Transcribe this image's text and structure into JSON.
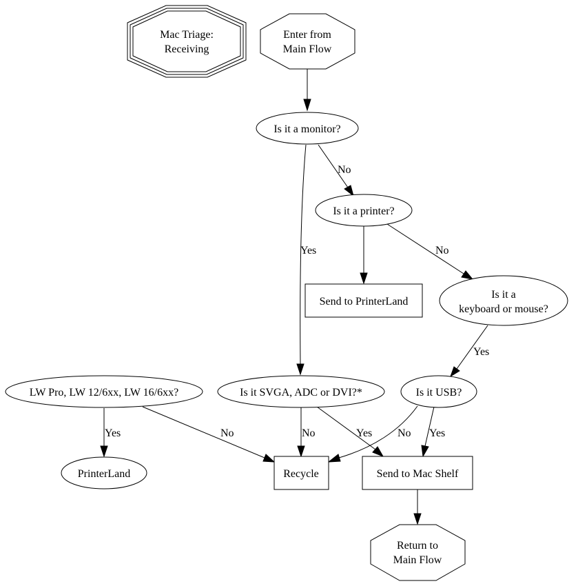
{
  "diagram": {
    "title": "Mac Triage: Receiving",
    "colors": {
      "stroke": "#000000",
      "fill": "#ffffff",
      "text": "#000000",
      "background": "#ffffff"
    },
    "nodes": {
      "title": {
        "shape": "tripleoctagon",
        "lines": [
          "Mac Triage:",
          "Receiving"
        ]
      },
      "enter": {
        "shape": "octagon",
        "lines": [
          "Enter from",
          "Main Flow"
        ]
      },
      "monitor": {
        "shape": "ellipse",
        "lines": [
          "Is it a monitor?"
        ]
      },
      "printer": {
        "shape": "ellipse",
        "lines": [
          "Is it a printer?"
        ]
      },
      "send_printerland": {
        "shape": "box",
        "lines": [
          "Send to PrinterLand"
        ]
      },
      "keyboard": {
        "shape": "ellipse",
        "lines": [
          "Is it a",
          "keyboard or mouse?"
        ]
      },
      "lw": {
        "shape": "ellipse",
        "lines": [
          "LW Pro, LW 12/6xx, LW 16/6xx?"
        ]
      },
      "svga": {
        "shape": "ellipse",
        "lines": [
          "Is it SVGA, ADC or DVI?*"
        ]
      },
      "usb": {
        "shape": "ellipse",
        "lines": [
          "Is it USB?"
        ]
      },
      "printerland": {
        "shape": "ellipse",
        "lines": [
          "PrinterLand"
        ]
      },
      "recycle": {
        "shape": "box",
        "lines": [
          "Recycle"
        ]
      },
      "mac_shelf": {
        "shape": "box",
        "lines": [
          "Send to Mac Shelf"
        ]
      },
      "return": {
        "shape": "octagon",
        "lines": [
          "Return to",
          "Main Flow"
        ]
      }
    },
    "edges": [
      {
        "id": "enter-monitor",
        "from": "enter",
        "to": "monitor",
        "label": ""
      },
      {
        "id": "monitor-printer",
        "from": "monitor",
        "to": "printer",
        "label": "No"
      },
      {
        "id": "monitor-svga",
        "from": "monitor",
        "to": "svga",
        "label": "Yes"
      },
      {
        "id": "printer-sendpl",
        "from": "printer",
        "to": "send_printerland",
        "label": ""
      },
      {
        "id": "printer-keyboard",
        "from": "printer",
        "to": "keyboard",
        "label": "No"
      },
      {
        "id": "keyboard-usb",
        "from": "keyboard",
        "to": "usb",
        "label": "Yes"
      },
      {
        "id": "lw-printerland",
        "from": "lw",
        "to": "printerland",
        "label": "Yes"
      },
      {
        "id": "lw-recycle",
        "from": "lw",
        "to": "recycle",
        "label": "No"
      },
      {
        "id": "svga-recycle",
        "from": "svga",
        "to": "recycle",
        "label": "No"
      },
      {
        "id": "svga-macshelf",
        "from": "svga",
        "to": "mac_shelf",
        "label": "Yes"
      },
      {
        "id": "usb-recycle",
        "from": "usb",
        "to": "recycle",
        "label": "No"
      },
      {
        "id": "usb-macshelf",
        "from": "usb",
        "to": "mac_shelf",
        "label": "Yes"
      },
      {
        "id": "macshelf-return",
        "from": "mac_shelf",
        "to": "return",
        "label": ""
      }
    ]
  }
}
